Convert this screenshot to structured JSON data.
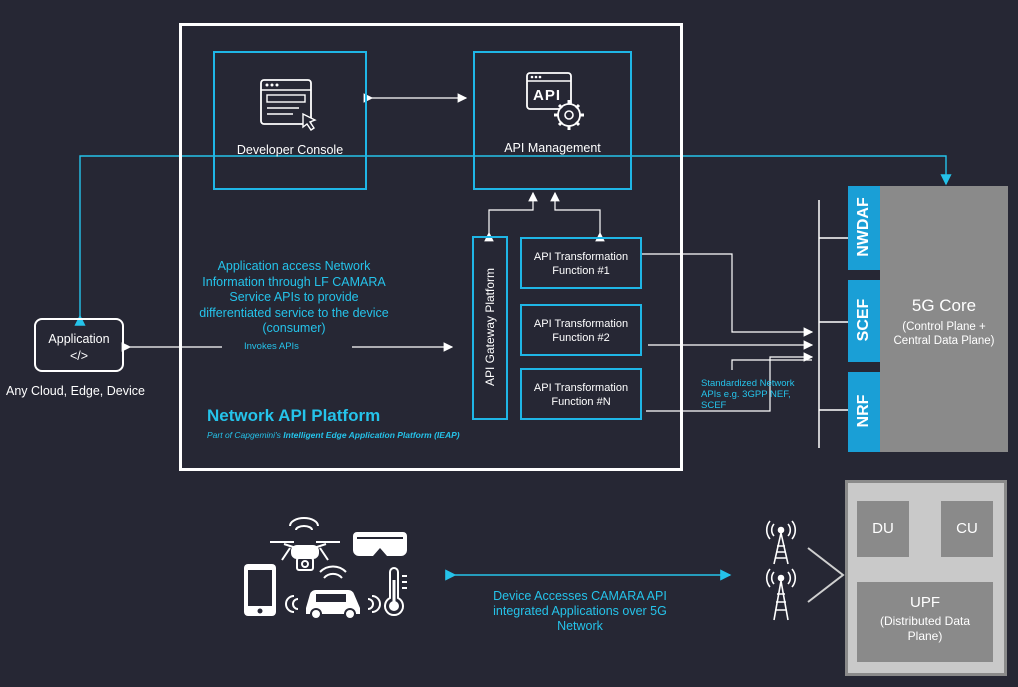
{
  "platform": {
    "title": "Network API Platform",
    "subtitle_prefix": "Part of Capgemini's ",
    "subtitle_emphasis": "Intelligent Edge Application Platform (IEAP)"
  },
  "developer_console": {
    "label": "Developer Console"
  },
  "api_management": {
    "label": "API Management",
    "icon_text": "API"
  },
  "gateway": {
    "label": "API Gateway Platform"
  },
  "transformations": [
    {
      "label": "API Transformation Function #1"
    },
    {
      "label": "API Transformation Function #2"
    },
    {
      "label": "API Transformation Function #N"
    }
  ],
  "application": {
    "label": "Application",
    "code": "</>",
    "caption": "Any Cloud, Edge, Device"
  },
  "access_note": "Application access Network Information through LF CAMARA Service APIs to provide differentiated service to the device (consumer)",
  "invokes": "Invokes APIs",
  "standardized_note": "Standardized Network APIs e.g. 3GPP NEF, SCEF",
  "core": {
    "functions": [
      "NWDAF",
      "SCEF",
      "NRF"
    ],
    "title": "5G Core",
    "subtitle": "(Control Plane + Central Data Plane)"
  },
  "ran": {
    "du": "DU",
    "cu": "CU",
    "upf": "UPF",
    "upf_sub": "(Distributed Data Plane)"
  },
  "device_note": "Device Accesses CAMARA API integrated Applications over 5G Network",
  "colors": {
    "accent": "#1fb6e6",
    "background": "#262734",
    "core_fill": "#8a8a8a",
    "core_function": "#1a9fd6"
  }
}
